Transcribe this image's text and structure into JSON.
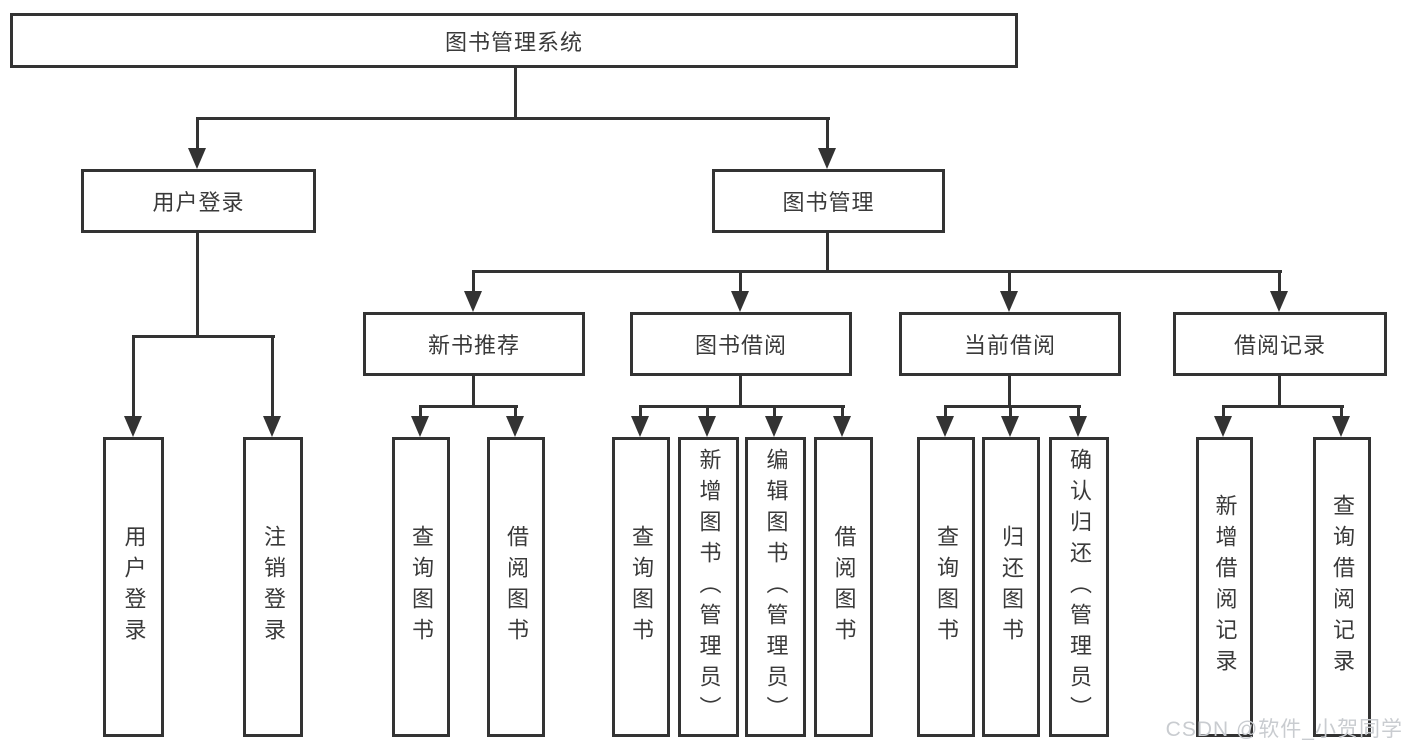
{
  "diagram_title": "图书管理系统",
  "tree": {
    "root": {
      "label": "图书管理系统"
    },
    "branches": [
      {
        "label": "用户登录",
        "children": [
          {
            "label": "用户登录"
          },
          {
            "label": "注销登录"
          }
        ]
      },
      {
        "label": "图书管理",
        "children": [
          {
            "label": "新书推荐",
            "children": [
              {
                "label": "查询图书"
              },
              {
                "label": "借阅图书"
              }
            ]
          },
          {
            "label": "图书借阅",
            "children": [
              {
                "label": "查询图书"
              },
              {
                "label": "新增图书（管理员）"
              },
              {
                "label": "编辑图书（管理员）"
              },
              {
                "label": "借阅图书"
              }
            ]
          },
          {
            "label": "当前借阅",
            "children": [
              {
                "label": "查询图书"
              },
              {
                "label": "归还图书"
              },
              {
                "label": "确认归还（管理员）"
              }
            ]
          },
          {
            "label": "借阅记录",
            "children": [
              {
                "label": "新增借阅记录"
              },
              {
                "label": "查询借阅记录"
              }
            ]
          }
        ]
      }
    ]
  },
  "watermark": "CSDN @软件_小贺同学",
  "colors": {
    "line": "#333333",
    "text": "#3a3a3a",
    "watermark": "#c9ccd0",
    "background": "#ffffff"
  }
}
